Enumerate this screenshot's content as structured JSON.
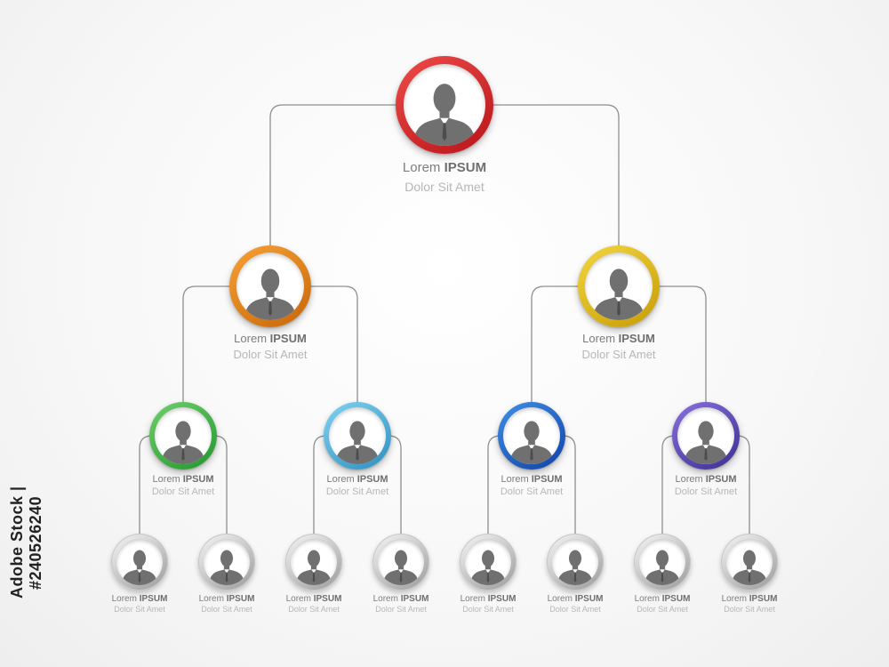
{
  "stock_id": "Adobe Stock | #240526240",
  "connector_color": "#8e8e8e",
  "person_icon": "person-icon",
  "tree": {
    "ring": "red",
    "title_plain": "Lorem",
    "title_bold": "IPSUM",
    "subtitle": "Dolor Sit Amet",
    "children": [
      {
        "ring": "orange",
        "title_plain": "Lorem",
        "title_bold": "IPSUM",
        "subtitle": "Dolor Sit Amet",
        "children": [
          {
            "ring": "green",
            "title_plain": "Lorem",
            "title_bold": "IPSUM",
            "subtitle": "Dolor Sit Amet",
            "children": [
              {
                "ring": "gray",
                "title_plain": "Lorem",
                "title_bold": "IPSUM",
                "subtitle": "Dolor Sit Amet"
              },
              {
                "ring": "gray",
                "title_plain": "Lorem",
                "title_bold": "IPSUM",
                "subtitle": "Dolor Sit Amet"
              }
            ]
          },
          {
            "ring": "light-blue",
            "title_plain": "Lorem",
            "title_bold": "IPSUM",
            "subtitle": "Dolor Sit Amet",
            "children": [
              {
                "ring": "gray",
                "title_plain": "Lorem",
                "title_bold": "IPSUM",
                "subtitle": "Dolor Sit Amet"
              },
              {
                "ring": "gray",
                "title_plain": "Lorem",
                "title_bold": "IPSUM",
                "subtitle": "Dolor Sit Amet"
              }
            ]
          }
        ]
      },
      {
        "ring": "yellow",
        "title_plain": "Lorem",
        "title_bold": "IPSUM",
        "subtitle": "Dolor Sit Amet",
        "children": [
          {
            "ring": "blue",
            "title_plain": "Lorem",
            "title_bold": "IPSUM",
            "subtitle": "Dolor Sit Amet",
            "children": [
              {
                "ring": "gray",
                "title_plain": "Lorem",
                "title_bold": "IPSUM",
                "subtitle": "Dolor Sit Amet"
              },
              {
                "ring": "gray",
                "title_plain": "Lorem",
                "title_bold": "IPSUM",
                "subtitle": "Dolor Sit Amet"
              }
            ]
          },
          {
            "ring": "purple",
            "title_plain": "Lorem",
            "title_bold": "IPSUM",
            "subtitle": "Dolor Sit Amet",
            "children": [
              {
                "ring": "gray",
                "title_plain": "Lorem",
                "title_bold": "IPSUM",
                "subtitle": "Dolor Sit Amet"
              },
              {
                "ring": "gray",
                "title_plain": "Lorem",
                "title_bold": "IPSUM",
                "subtitle": "Dolor Sit Amet"
              }
            ]
          }
        ]
      }
    ]
  },
  "ring_colors": {
    "red": [
      "#ee4b48",
      "#b8141a"
    ],
    "orange": [
      "#f7a134",
      "#c7660a"
    ],
    "yellow": [
      "#f3d640",
      "#c79c05"
    ],
    "green": [
      "#6fd06b",
      "#22962e"
    ],
    "light-blue": [
      "#7fd3f0",
      "#2f8fc1"
    ],
    "blue": [
      "#3f8fe6",
      "#1142a6"
    ],
    "purple": [
      "#8a6fe0",
      "#3b2f8f"
    ],
    "gray": [
      "#f6f6f6",
      "#9a9a9a"
    ]
  }
}
